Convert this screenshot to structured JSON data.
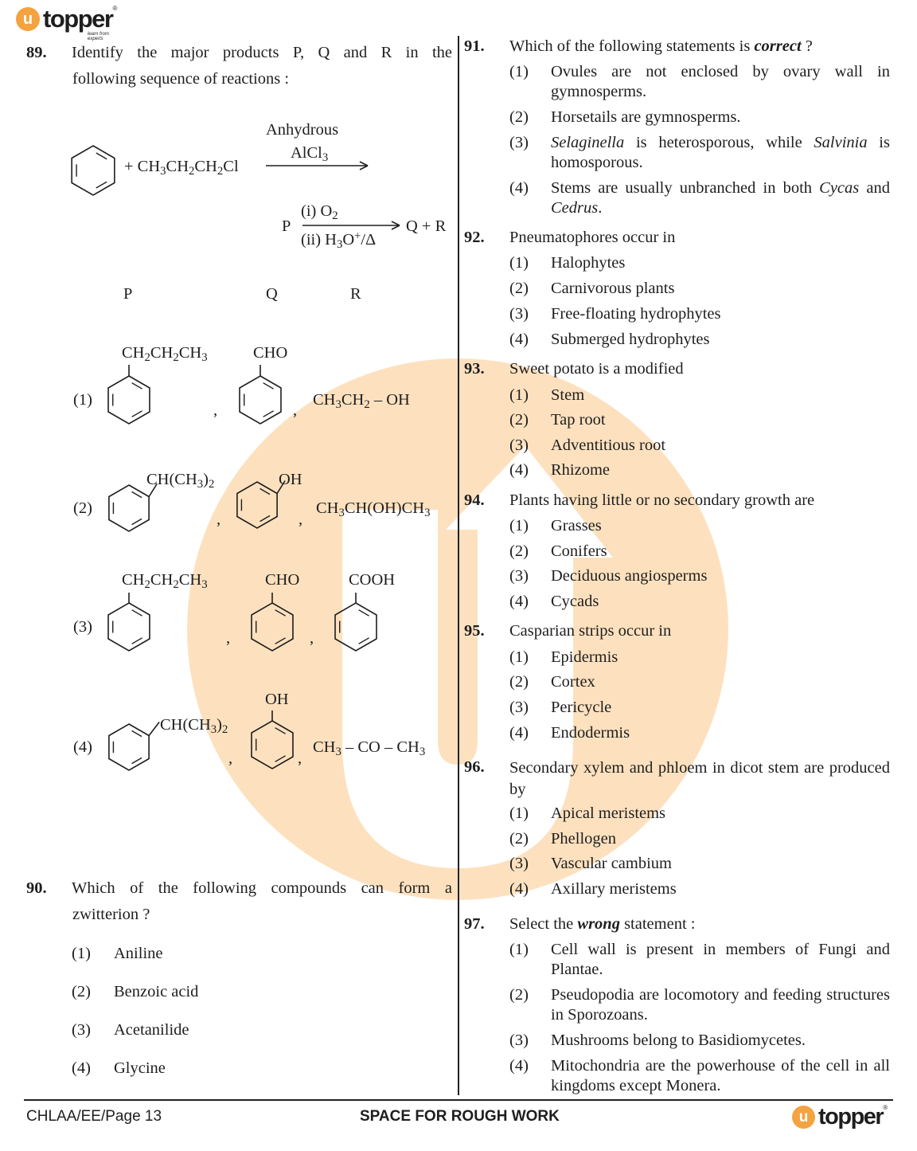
{
  "header": {
    "logo_text": "topper",
    "logo_mark": "u",
    "logo_tagline": "learn from experts"
  },
  "q89": {
    "number": "89.",
    "line1": "Identify the major products P, Q and R in the",
    "line2": "following sequence of reactions :",
    "reaction1": {
      "reactant": "+ CH3CH2CH2Cl",
      "reagent_top": "Anhydrous",
      "reagent_bottom": "AlCl3"
    },
    "reaction2": {
      "start": "P",
      "reagent_top": "(i) O2",
      "reagent_bottom": "(ii) H3O+/Δ",
      "products": "Q + R"
    },
    "column_headers": [
      "P",
      "Q",
      "R"
    ],
    "options": [
      {
        "label": "(1)",
        "P": "CH2CH2CH3",
        "Q": "CHO",
        "R": "CH3CH2 – OH"
      },
      {
        "label": "(2)",
        "P": "CH(CH3)2",
        "Q": "OH",
        "R": "CH3CH(OH)CH3"
      },
      {
        "label": "(3)",
        "P": "CH2CH2CH3",
        "Q": "CHO",
        "R": "COOH"
      },
      {
        "label": "(4)",
        "P": "CH(CH3)2",
        "Q": "OH",
        "R": "CH3 – CO – CH3"
      }
    ],
    "separator": ","
  },
  "q90": {
    "number": "90.",
    "line1": "Which of the following compounds can form a",
    "line2": "zwitterion ?",
    "options": [
      {
        "label": "(1)",
        "text": "Aniline"
      },
      {
        "label": "(2)",
        "text": "Benzoic acid"
      },
      {
        "label": "(3)",
        "text": "Acetanilide"
      },
      {
        "label": "(4)",
        "text": "Glycine"
      }
    ]
  },
  "q91": {
    "number": "91.",
    "stem_pre": "Which of the following statements is ",
    "stem_em": "correct",
    "stem_post": " ?",
    "opt1": "Ovules are not enclosed by ovary wall in gymnosperms.",
    "opt2": "Horsetails are gymnosperms.",
    "opt3": {
      "a": "Selaginella",
      "b": " is heterosporous, while ",
      "c": "Salvinia",
      "d": " is homosporous."
    },
    "opt4": {
      "a": "Stems are usually unbranched in both ",
      "b": "Cycas",
      "c": " and ",
      "d": "Cedrus",
      "e": "."
    },
    "labels": [
      "(1)",
      "(2)",
      "(3)",
      "(4)"
    ]
  },
  "q92": {
    "number": "92.",
    "stem": "Pneumatophores occur in",
    "options": [
      {
        "label": "(1)",
        "text": "Halophytes"
      },
      {
        "label": "(2)",
        "text": "Carnivorous plants"
      },
      {
        "label": "(3)",
        "text": "Free-floating hydrophytes"
      },
      {
        "label": "(4)",
        "text": "Submerged hydrophytes"
      }
    ]
  },
  "q93": {
    "number": "93.",
    "stem": "Sweet potato is a modified",
    "options": [
      {
        "label": "(1)",
        "text": "Stem"
      },
      {
        "label": "(2)",
        "text": "Tap root"
      },
      {
        "label": "(3)",
        "text": "Adventitious root"
      },
      {
        "label": "(4)",
        "text": "Rhizome"
      }
    ]
  },
  "q94": {
    "number": "94.",
    "stem": "Plants having little or no secondary growth are",
    "options": [
      {
        "label": "(1)",
        "text": "Grasses"
      },
      {
        "label": "(2)",
        "text": "Conifers"
      },
      {
        "label": "(3)",
        "text": "Deciduous angiosperms"
      },
      {
        "label": "(4)",
        "text": "Cycads"
      }
    ]
  },
  "q95": {
    "number": "95.",
    "stem": "Casparian strips occur in",
    "options": [
      {
        "label": "(1)",
        "text": "Epidermis"
      },
      {
        "label": "(2)",
        "text": "Cortex"
      },
      {
        "label": "(3)",
        "text": "Pericycle"
      },
      {
        "label": "(4)",
        "text": "Endodermis"
      }
    ]
  },
  "q96": {
    "number": "96.",
    "stem": "Secondary xylem and phloem in dicot stem are produced by",
    "options": [
      {
        "label": "(1)",
        "text": "Apical meristems"
      },
      {
        "label": "(2)",
        "text": "Phellogen"
      },
      {
        "label": "(3)",
        "text": "Vascular cambium"
      },
      {
        "label": "(4)",
        "text": "Axillary meristems"
      }
    ]
  },
  "q97": {
    "number": "97.",
    "stem_pre": "Select the ",
    "stem_em": "wrong",
    "stem_post": " statement :",
    "options": [
      {
        "label": "(1)",
        "text": "Cell wall is present in members of Fungi and Plantae."
      },
      {
        "label": "(2)",
        "text": "Pseudopodia are locomotory and feeding structures in Sporozoans."
      },
      {
        "label": "(3)",
        "text": "Mushrooms belong to Basidiomycetes."
      },
      {
        "label": "(4)",
        "text": "Mitochondria are the powerhouse of the cell in all kingdoms except Monera."
      }
    ]
  },
  "footer": {
    "code": "CHLAA/EE/Page 13",
    "center": "SPACE FOR ROUGH WORK",
    "logo_text": "topper",
    "logo_mark": "u"
  }
}
